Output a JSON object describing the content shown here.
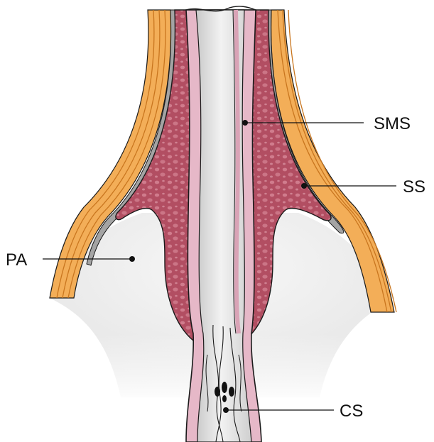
{
  "labels": {
    "sms": "SMS",
    "ss": "SS",
    "pa": "PA",
    "cs": "CS"
  },
  "colors": {
    "muscle": "#b24e62",
    "muscle_dark": "#8e3346",
    "fat": "#f3ae58",
    "fat_light": "#fbd79a",
    "gray_layer": "#a4a4a4",
    "fluid": "#ececec",
    "canal_pink": "#e6b8c8",
    "canal_core": "#dcdcdc",
    "outline": "#1a1a1a"
  }
}
